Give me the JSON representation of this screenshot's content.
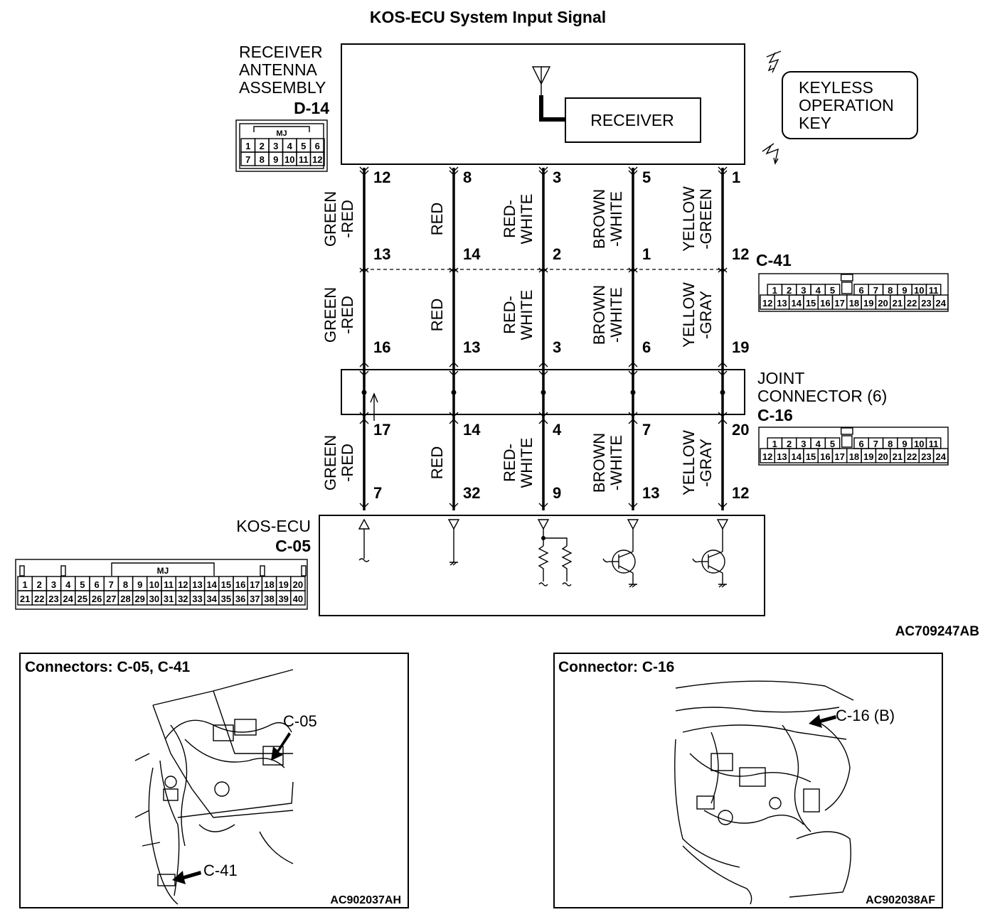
{
  "title": "KOS-ECU System Input Signal",
  "receiver_assembly": {
    "name_lines": [
      "RECEIVER",
      "ANTENNA",
      "ASSEMBLY"
    ],
    "connector_id": "D-14",
    "receiver_label": "RECEIVER",
    "connector_badge": "MJ",
    "connector_pins": [
      [
        "1",
        "2",
        "3",
        "4",
        "5",
        "6"
      ],
      [
        "7",
        "8",
        "9",
        "10",
        "11",
        "12"
      ]
    ]
  },
  "keyless_key": {
    "lines": [
      "KEYLESS",
      "OPERATION",
      "KEY"
    ]
  },
  "connector_c41": {
    "id": "C-41",
    "pins": [
      [
        "1",
        "2",
        "3",
        "4",
        "5",
        "",
        "6",
        "7",
        "8",
        "9",
        "10",
        "11"
      ],
      [
        "12",
        "13",
        "14",
        "15",
        "16",
        "17",
        "18",
        "19",
        "20",
        "21",
        "22",
        "23",
        "24"
      ]
    ]
  },
  "joint_connector": {
    "lines": [
      "JOINT",
      "CONNECTOR (6)"
    ],
    "id": "C-16",
    "pins": [
      [
        "1",
        "2",
        "3",
        "4",
        "5",
        "",
        "6",
        "7",
        "8",
        "9",
        "10",
        "11"
      ],
      [
        "12",
        "13",
        "14",
        "15",
        "16",
        "17",
        "18",
        "19",
        "20",
        "21",
        "22",
        "23",
        "24"
      ]
    ]
  },
  "kos_ecu": {
    "name": "KOS-ECU",
    "id": "C-05",
    "badge": "MJ",
    "pins": [
      [
        "1",
        "2",
        "3",
        "4",
        "5",
        "6",
        "7",
        "8",
        "9",
        "10",
        "11",
        "12",
        "13",
        "14",
        "15",
        "16",
        "17",
        "18",
        "19",
        "20"
      ],
      [
        "21",
        "22",
        "23",
        "24",
        "25",
        "26",
        "27",
        "28",
        "29",
        "30",
        "31",
        "32",
        "33",
        "34",
        "35",
        "36",
        "37",
        "38",
        "39",
        "40"
      ]
    ]
  },
  "wires": [
    {
      "seg1_color": [
        "GREEN",
        "-RED"
      ],
      "seg2_color": [
        "GREEN",
        "-RED"
      ],
      "seg3_color": [
        "GREEN",
        "-RED"
      ],
      "pins": [
        "12",
        "13",
        "16",
        "17",
        "7"
      ]
    },
    {
      "seg1_color": [
        "RED"
      ],
      "seg2_color": [
        "RED"
      ],
      "seg3_color": [
        "RED"
      ],
      "pins": [
        "8",
        "14",
        "13",
        "14",
        "32"
      ]
    },
    {
      "seg1_color": [
        "RED-",
        "WHITE"
      ],
      "seg2_color": [
        "RED-",
        "WHITE"
      ],
      "seg3_color": [
        "RED-",
        "WHITE"
      ],
      "pins": [
        "3",
        "2",
        "3",
        "4",
        "9"
      ]
    },
    {
      "seg1_color": [
        "BROWN",
        "-WHITE"
      ],
      "seg2_color": [
        "BROWN",
        "-WHITE"
      ],
      "seg3_color": [
        "BROWN",
        "-WHITE"
      ],
      "pins": [
        "5",
        "1",
        "6",
        "7",
        "13"
      ]
    },
    {
      "seg1_color": [
        "YELLOW",
        "-GREEN"
      ],
      "seg2_color": [
        "YELLOW",
        "-GRAY"
      ],
      "seg3_color": [
        "YELLOW",
        "-GRAY"
      ],
      "pins": [
        "1",
        "12",
        "19",
        "20",
        "12"
      ]
    }
  ],
  "diagram_code": "AC709247AB",
  "panel_left": {
    "title": "Connectors: C-05, C-41",
    "labels": [
      "C-05",
      "C-41"
    ],
    "code": "AC902037AH"
  },
  "panel_right": {
    "title": "Connector: C-16",
    "labels": [
      "C-16 (B)"
    ],
    "code": "AC902038AF"
  }
}
